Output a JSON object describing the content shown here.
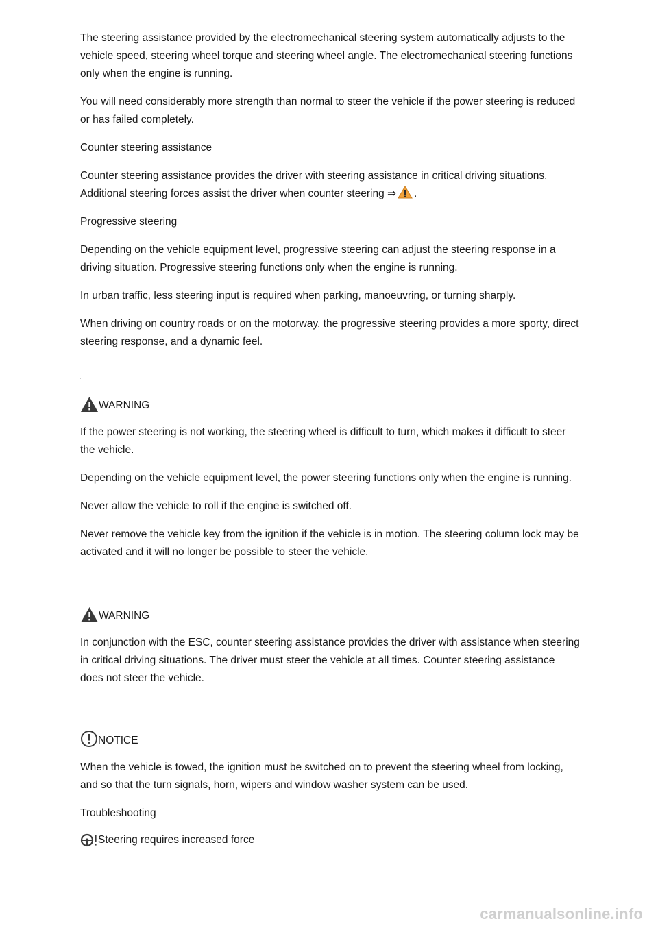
{
  "paragraphs": {
    "p1": "The steering assistance provided by the electromechanical steering system automatically adjusts to the vehicle speed, steering wheel torque and steering wheel angle. The electromechanical steering functions only when the engine is running.",
    "p2": "You will need considerably more strength than normal to steer the vehicle if the power steering is reduced or has failed completely.",
    "h_counter": "Counter steering assistance",
    "p3_a": "Counter steering assistance provides the driver with steering assistance in critical driving situations. Additional steering forces assist the driver when counter steering ⇒",
    "p3_b": ".",
    "h_progressive": "Progressive steering",
    "p4": "Depending on the vehicle equipment level, progressive steering can adjust the steering response in a driving situation. Progressive steering functions only when the engine is running.",
    "p5": "In urban traffic, less steering input is required when parking, manoeuvring, or turning sharply.",
    "p6": "When driving on country roads or on the motorway, the progressive steering provides a more sporty, direct steering response, and a dynamic feel."
  },
  "warning1": {
    "label": "WARNING",
    "items": [
      "If the power steering is not working, the steering wheel is difficult to turn, which makes it difficult to steer the vehicle.",
      "Depending on the vehicle equipment level, the power steering functions only when the engine is running.",
      "Never allow the vehicle to roll if the engine is switched off.",
      "Never remove the vehicle key from the ignition if the vehicle is in motion. The steering column lock may be activated and it will no longer be possible to steer the vehicle."
    ]
  },
  "warning2": {
    "label": "WARNING",
    "items": [
      "In conjunction with the ESC, counter steering assistance provides the driver with assistance when steering in critical driving situations. The driver must steer the vehicle at all times. Counter steering assistance does not steer the vehicle."
    ]
  },
  "notice": {
    "label": "NOTICE",
    "items": [
      "When the vehicle is towed, the ignition must be switched on to prevent the steering wheel from locking, and so that the turn signals, horn, wipers and window washer system can be used."
    ]
  },
  "troubleshooting": {
    "heading": "Troubleshooting",
    "item_label": "Steering requires increased force"
  },
  "watermark": "carmanualsonline.info",
  "icons": {
    "warning": "warning-triangle-icon",
    "notice": "notice-exclamation-icon",
    "steering": "steering-fault-icon"
  },
  "colors": {
    "warning_fill": "#f2a23a",
    "warning_dark": "#2a2a2a",
    "text": "#1a1a1a"
  }
}
